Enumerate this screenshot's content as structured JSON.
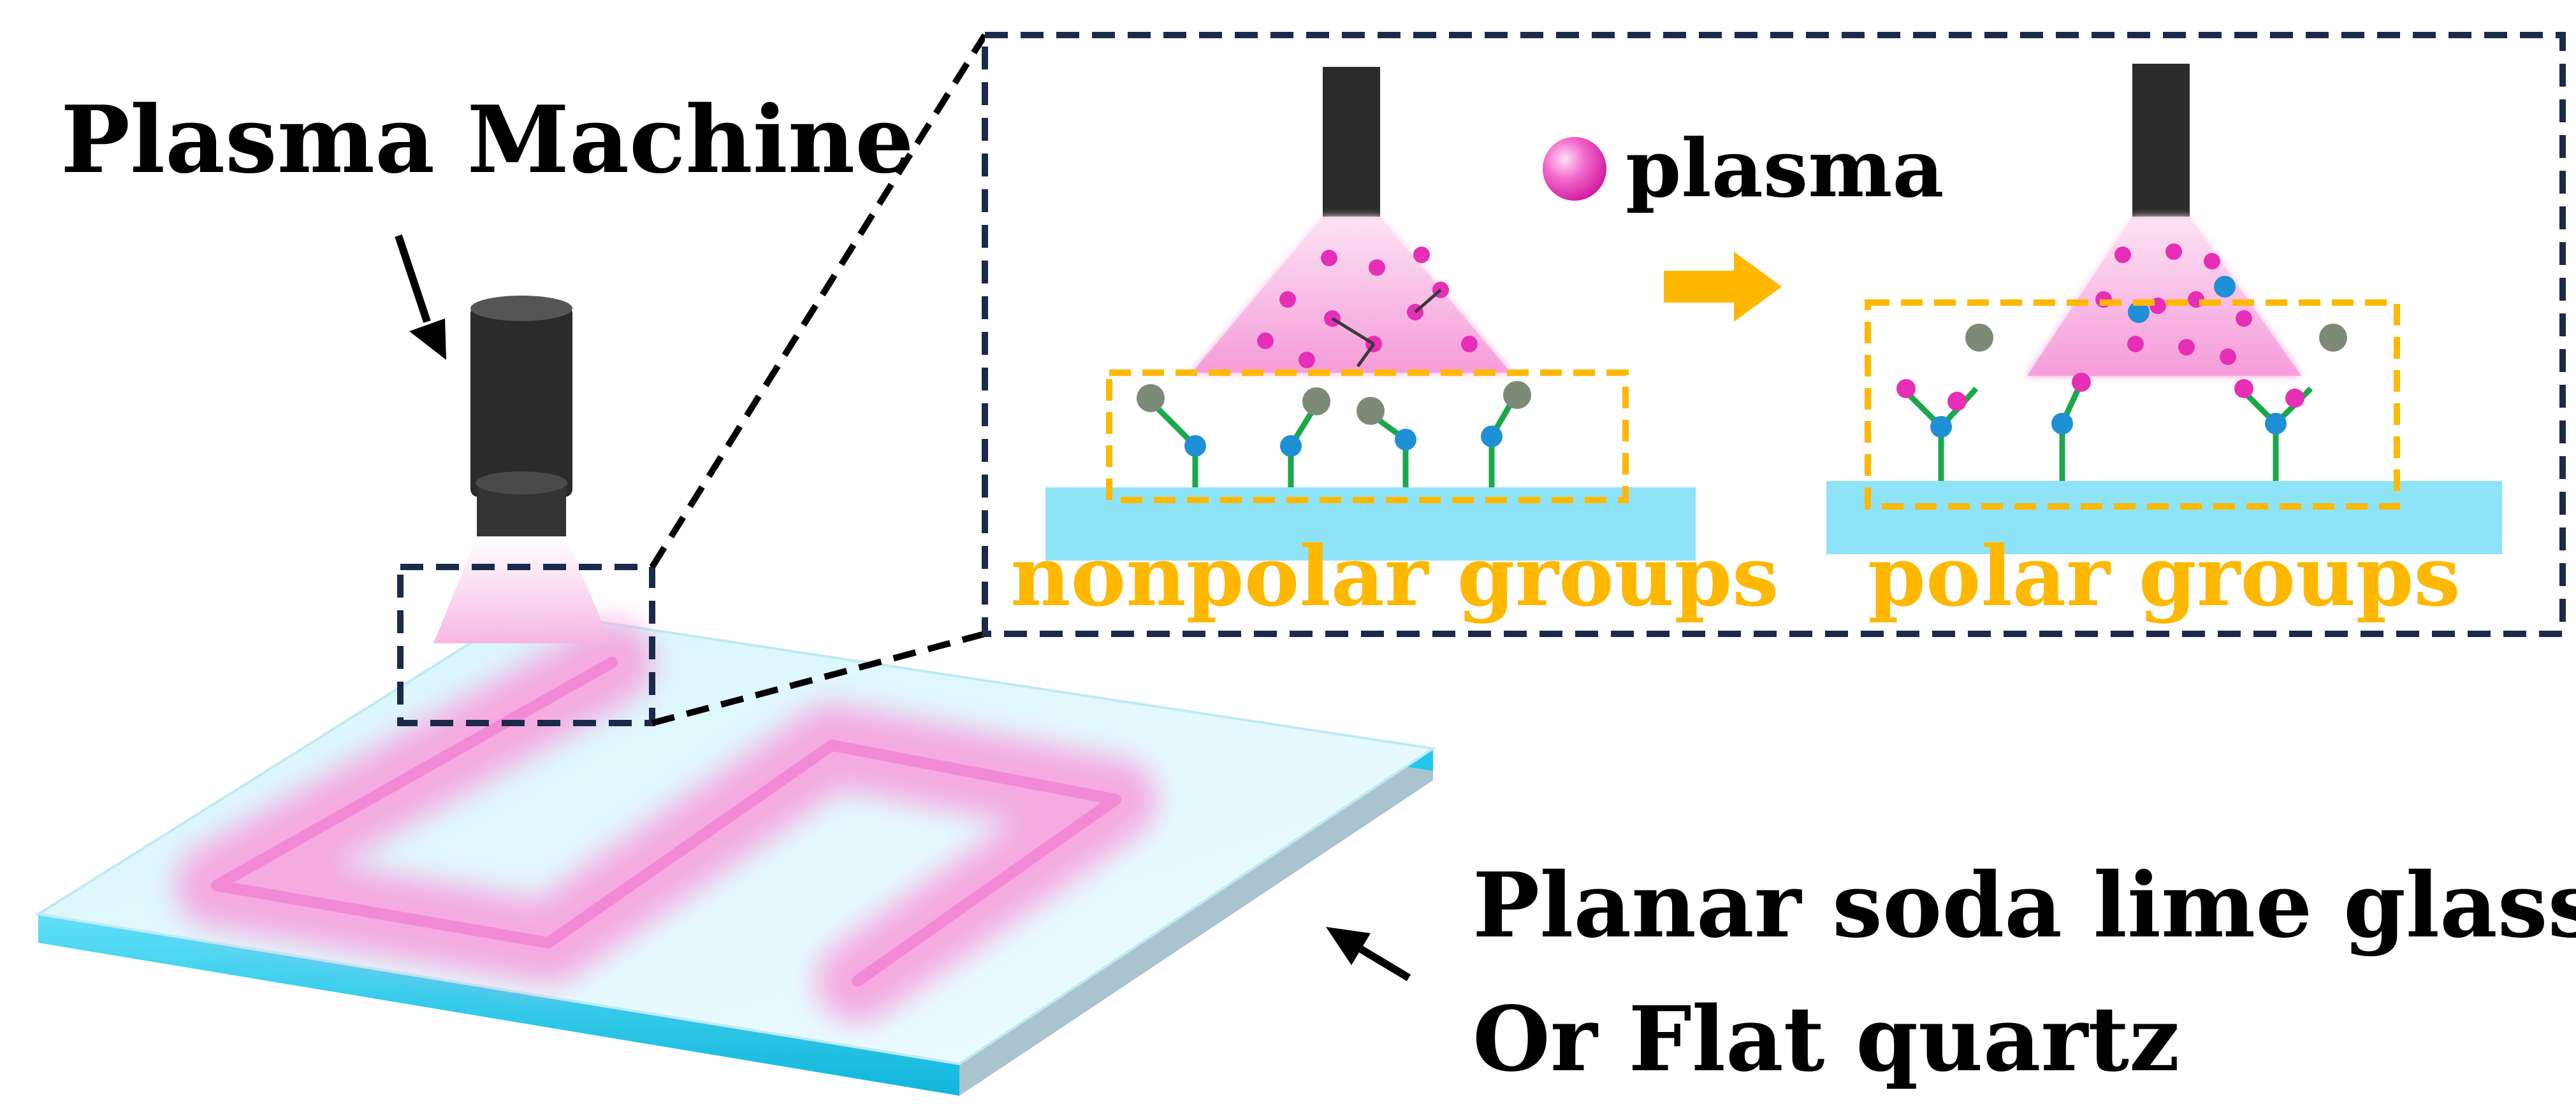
{
  "labels": {
    "machine": "Plasma Machine",
    "plasma": "plasma",
    "nonpolar": "nonpolar groups",
    "polar": "polar groups",
    "substrate_line1": "Planar soda lime glass",
    "substrate_line2": "Or Flat quartz"
  },
  "colors": {
    "nozzle_dark": "#2b2b2b",
    "plasma_pink": "#f48fd6",
    "particle_pink": "#e62fb6",
    "substrate_cyan": "#8ee4f6",
    "edge_cyan": "#19c6ec",
    "callout_border": "#1b2a4a",
    "group_box": "#ffb800",
    "arrow": "#ffb800",
    "bond_green": "#1aa84a",
    "atom_blue": "#1f8fd6",
    "atom_grey": "#7d8a78"
  }
}
